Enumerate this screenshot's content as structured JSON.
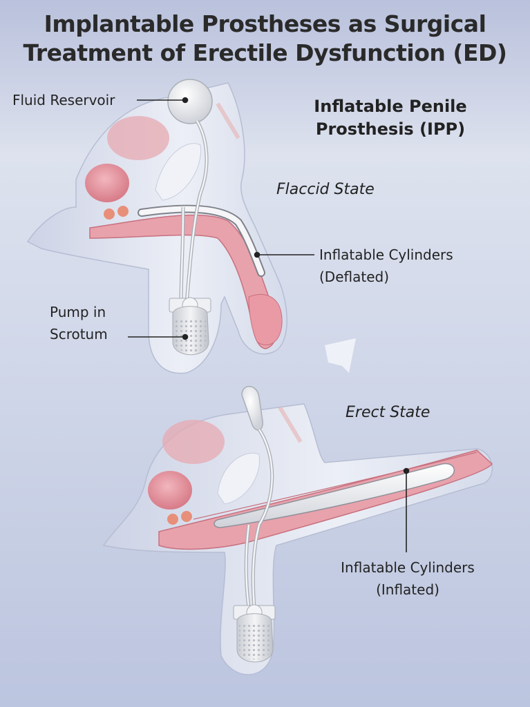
{
  "title": {
    "line1": "Implantable Prostheses as Surgical",
    "line2": "Treatment of Erectile Dysfunction (ED)"
  },
  "heading": {
    "line1": "Inflatable Penile",
    "line2": "Prosthesis (IPP)"
  },
  "states": {
    "flaccid": "Flaccid State",
    "erect": "Erect State"
  },
  "labels": {
    "reservoir": "Fluid Reservoir",
    "pump_line1": "Pump in",
    "pump_line2": "Scrotum",
    "deflated_line1": "Inflatable Cylinders",
    "deflated_line2": "(Deflated)",
    "inflated_line1": "Inflatable Cylinders",
    "inflated_line2": "(Inflated)"
  },
  "colors": {
    "tissue": "#e8a2ac",
    "tissue_dark": "#c7707e",
    "device": "#f2f2f2",
    "body": "#e2e6f1"
  }
}
